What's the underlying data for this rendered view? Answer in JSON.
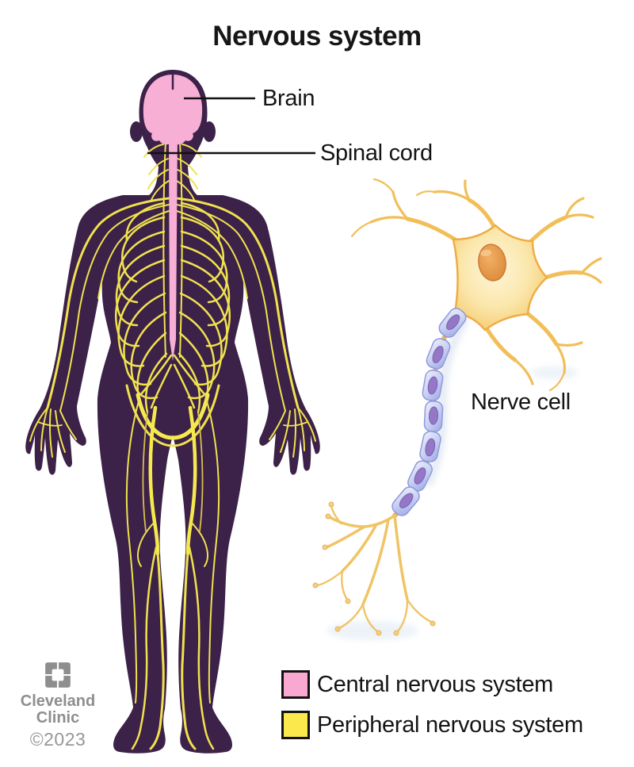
{
  "title": "Nervous system",
  "labels": {
    "brain": "Brain",
    "spinal_cord": "Spinal cord",
    "nerve_cell": "Nerve cell"
  },
  "legend": {
    "items": [
      {
        "label": "Central nervous system",
        "color": "#F9A8D2"
      },
      {
        "label": "Peripheral nervous system",
        "color": "#FBE84C"
      }
    ]
  },
  "footer": {
    "brand_line1": "Cleveland",
    "brand_line2": "Clinic",
    "copyright": "©2023",
    "logo_icon": "cleveland-clinic-square-bracket-mark"
  },
  "palette": {
    "body_purple": "#3C2148",
    "nerve_yellow": "#EFE24F",
    "nerve_bright": "#F5E94F",
    "nerve_gold": "#D9BE4E",
    "cns_pink": "#F8AFD6",
    "legend_pink": "#F9A8D2",
    "legend_yellow": "#FBE84C",
    "soma_outline": "#EFAC44",
    "nucleus_orange": "#E08F42",
    "myelin_blue": "#C9D0F2",
    "myelin_stroke": "#8F99DC",
    "schwann_nucleus_purple": "#9478C6",
    "axon_gold": "#E9B35C",
    "label_black": "#141414",
    "brand_gray": "#8E8E8E"
  }
}
